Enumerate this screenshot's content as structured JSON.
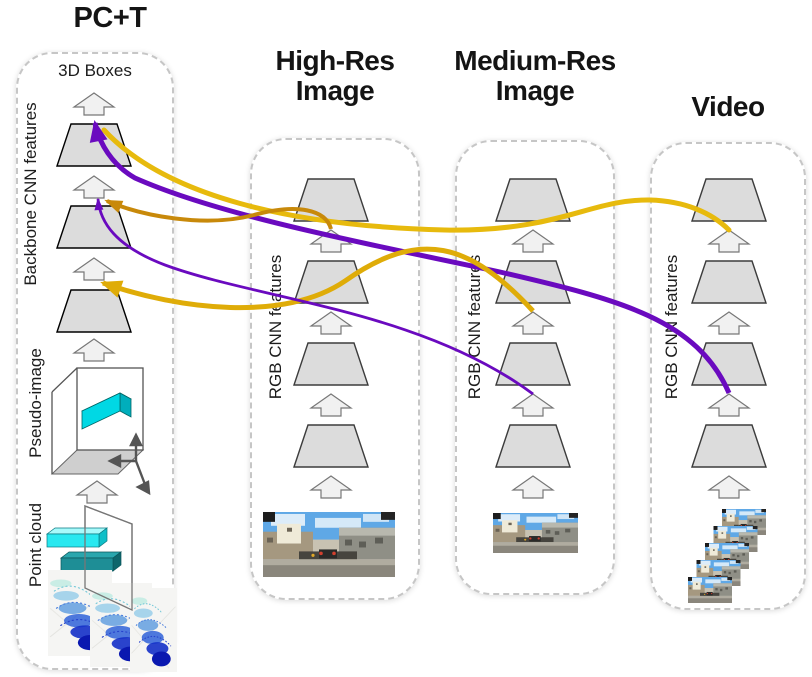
{
  "diagram": {
    "pct_column": {
      "title": "PC+T",
      "output_label": "3D Boxes",
      "backbone_label": "Backbone CNN features",
      "pseudo_image_label": "Pseudo-image",
      "point_cloud_label": "Point cloud"
    },
    "high_res_column": {
      "title": "High-Res Image",
      "side_label": "RGB CNN features"
    },
    "medium_res_column": {
      "title": "Medium-Res Image",
      "side_label": "RGB CNN features"
    },
    "video_column": {
      "title": "Video",
      "side_label": "RGB CNN features"
    },
    "colors": {
      "purple_arrow": "#6A0ABF",
      "yellow_arrow": "#E7BA0D",
      "gold_arrow": "#DFAC08",
      "dark_gold_arrow": "#C8890A",
      "cyan_box": "#00D8E4",
      "teal_bar": "#1E8E96",
      "block_fill": "#DCDCDC"
    },
    "connections": [
      {
        "from": "video_block1",
        "to": "pct_output",
        "color": "yellow"
      },
      {
        "from": "video_block3",
        "to": "pct_output",
        "color": "purple"
      },
      {
        "from": "medium_res_block2",
        "to": "pct_block2_input",
        "color": "gold"
      },
      {
        "from": "medium_res_block3",
        "to": "pct_block1_input",
        "color": "purple"
      },
      {
        "from": "high_res_block1",
        "to": "pct_block1_input",
        "color": "dark_gold"
      }
    ]
  }
}
